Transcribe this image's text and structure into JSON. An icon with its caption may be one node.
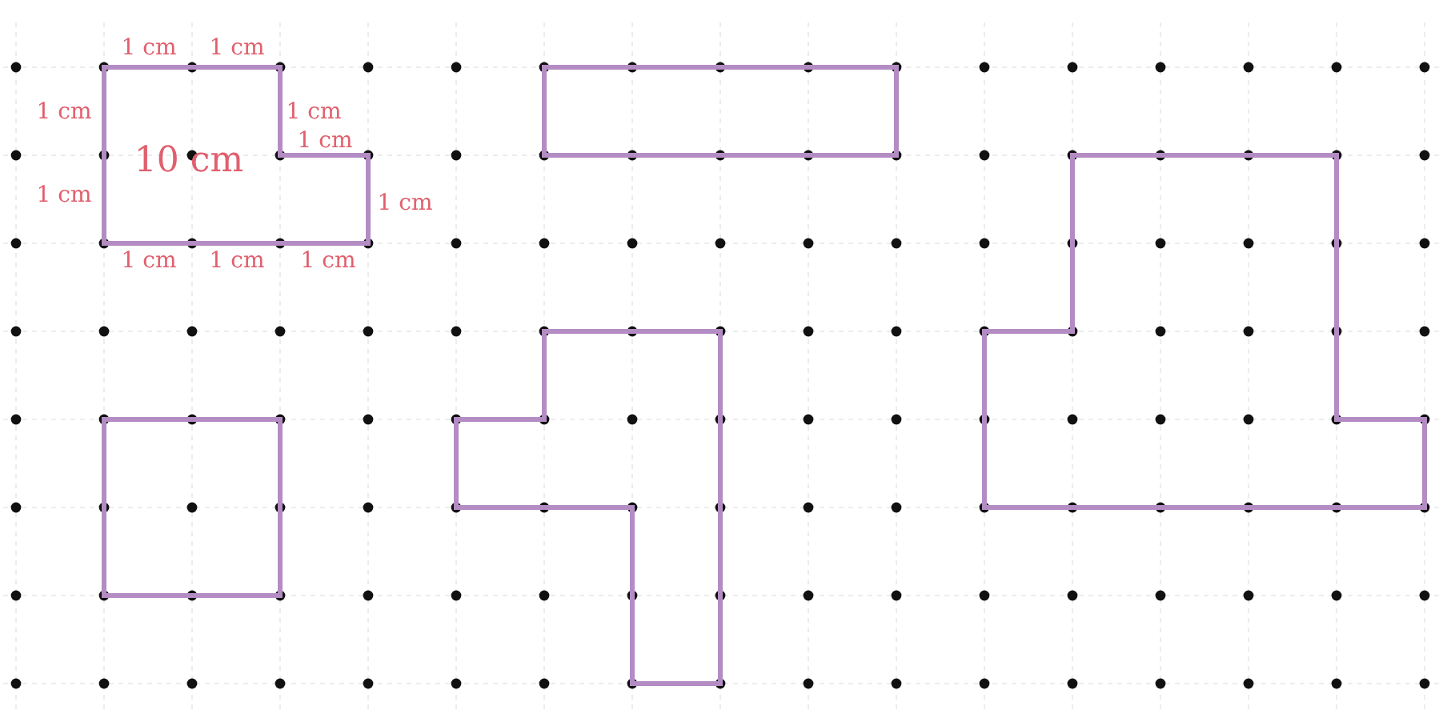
{
  "diagram": {
    "nodes": [
      {
        "text": [
          "10 cm"
        ],
        "beside": [
          "1 cm",
          "1 cm",
          "1 cm",
          "1 cm",
          "1 cm",
          "1 cm",
          "1 cm",
          "1 cm",
          "1 cm",
          "1 cm"
        ]
      },
      {
        "text": [],
        "shape": "box"
      },
      {
        "text": [],
        "shape": "polygon"
      },
      {
        "text": [],
        "shape": "box"
      },
      {
        "text": [],
        "shape": "polygon"
      }
    ]
  }
}
